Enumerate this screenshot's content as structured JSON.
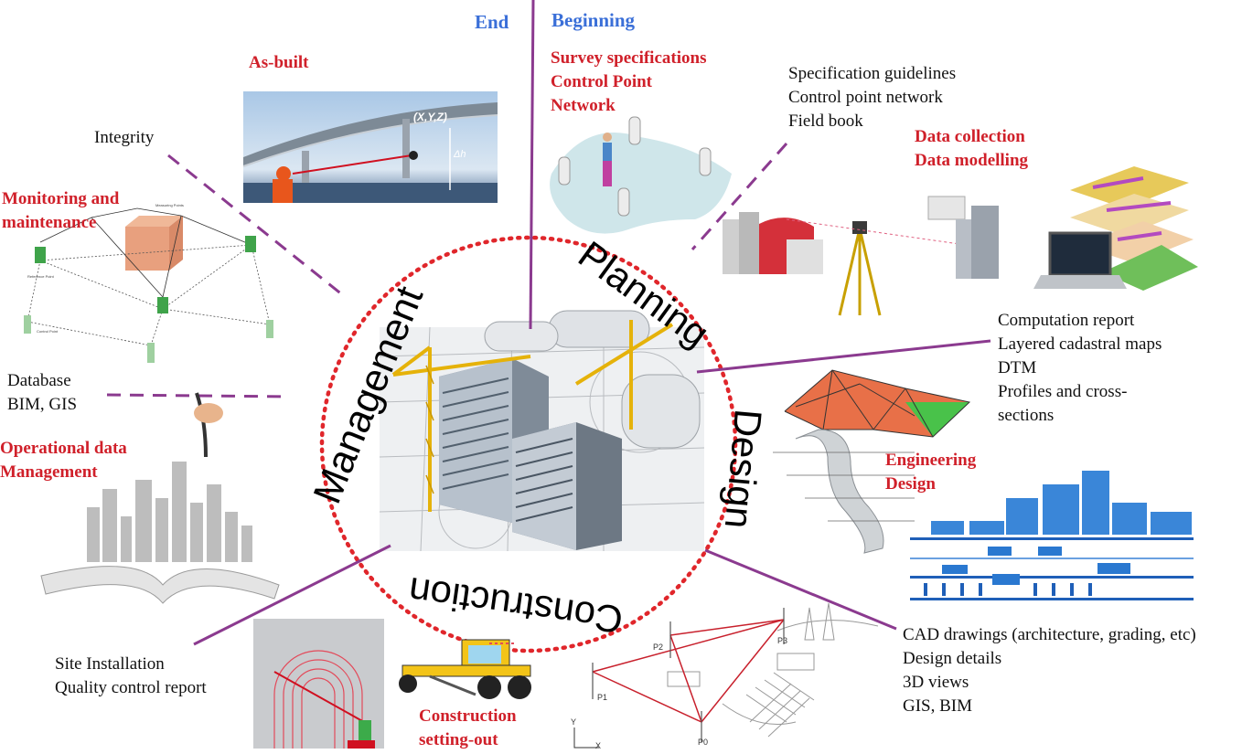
{
  "center": {
    "phases": {
      "planning": "Planning",
      "design": "Design",
      "construction": "Construction",
      "management": "Management"
    }
  },
  "markers": {
    "end": "End",
    "beginning": "Beginning"
  },
  "stages": {
    "as_built": "As-built",
    "survey": [
      "Survey specifications",
      "Control Point",
      "Network"
    ],
    "data_collection": [
      "Data collection",
      "Data modelling"
    ],
    "monitoring": [
      "Monitoring and",
      "maintenance"
    ],
    "operational": [
      "Operational data",
      "Management"
    ],
    "engineering": [
      "Engineering",
      "Design"
    ],
    "construction_setout": [
      "Construction",
      "setting-out"
    ]
  },
  "deliverables": {
    "integrity": "Integrity",
    "planning": [
      "Specification guidelines",
      "Control point network",
      "Field book"
    ],
    "design_in": [
      "Computation report",
      "Layered cadastral maps",
      "DTM",
      "Profiles and cross-",
      "sections"
    ],
    "design_out": [
      "CAD drawings (architecture, grading, etc)",
      "Design details",
      "3D views",
      "GIS, BIM"
    ],
    "management": [
      "Database",
      "BIM, GIS"
    ],
    "construction": [
      "Site Installation",
      "Quality control report"
    ]
  },
  "illustration_text": {
    "xyz": "(X,Y,Z)",
    "dh": "Δh",
    "p0": "P0",
    "p1": "P1",
    "p2": "P2",
    "p3": "P3",
    "axis_x": "X",
    "axis_y": "Y",
    "reference_point": "Reference Point",
    "control_point": "Control Point",
    "measuring_points": "Measuring Points"
  },
  "colors": {
    "phase_red": "#d0202a",
    "marker_blue": "#3a6fd8",
    "connector_purple": "#8b3a8f",
    "circle_dots": "#e0262b"
  }
}
